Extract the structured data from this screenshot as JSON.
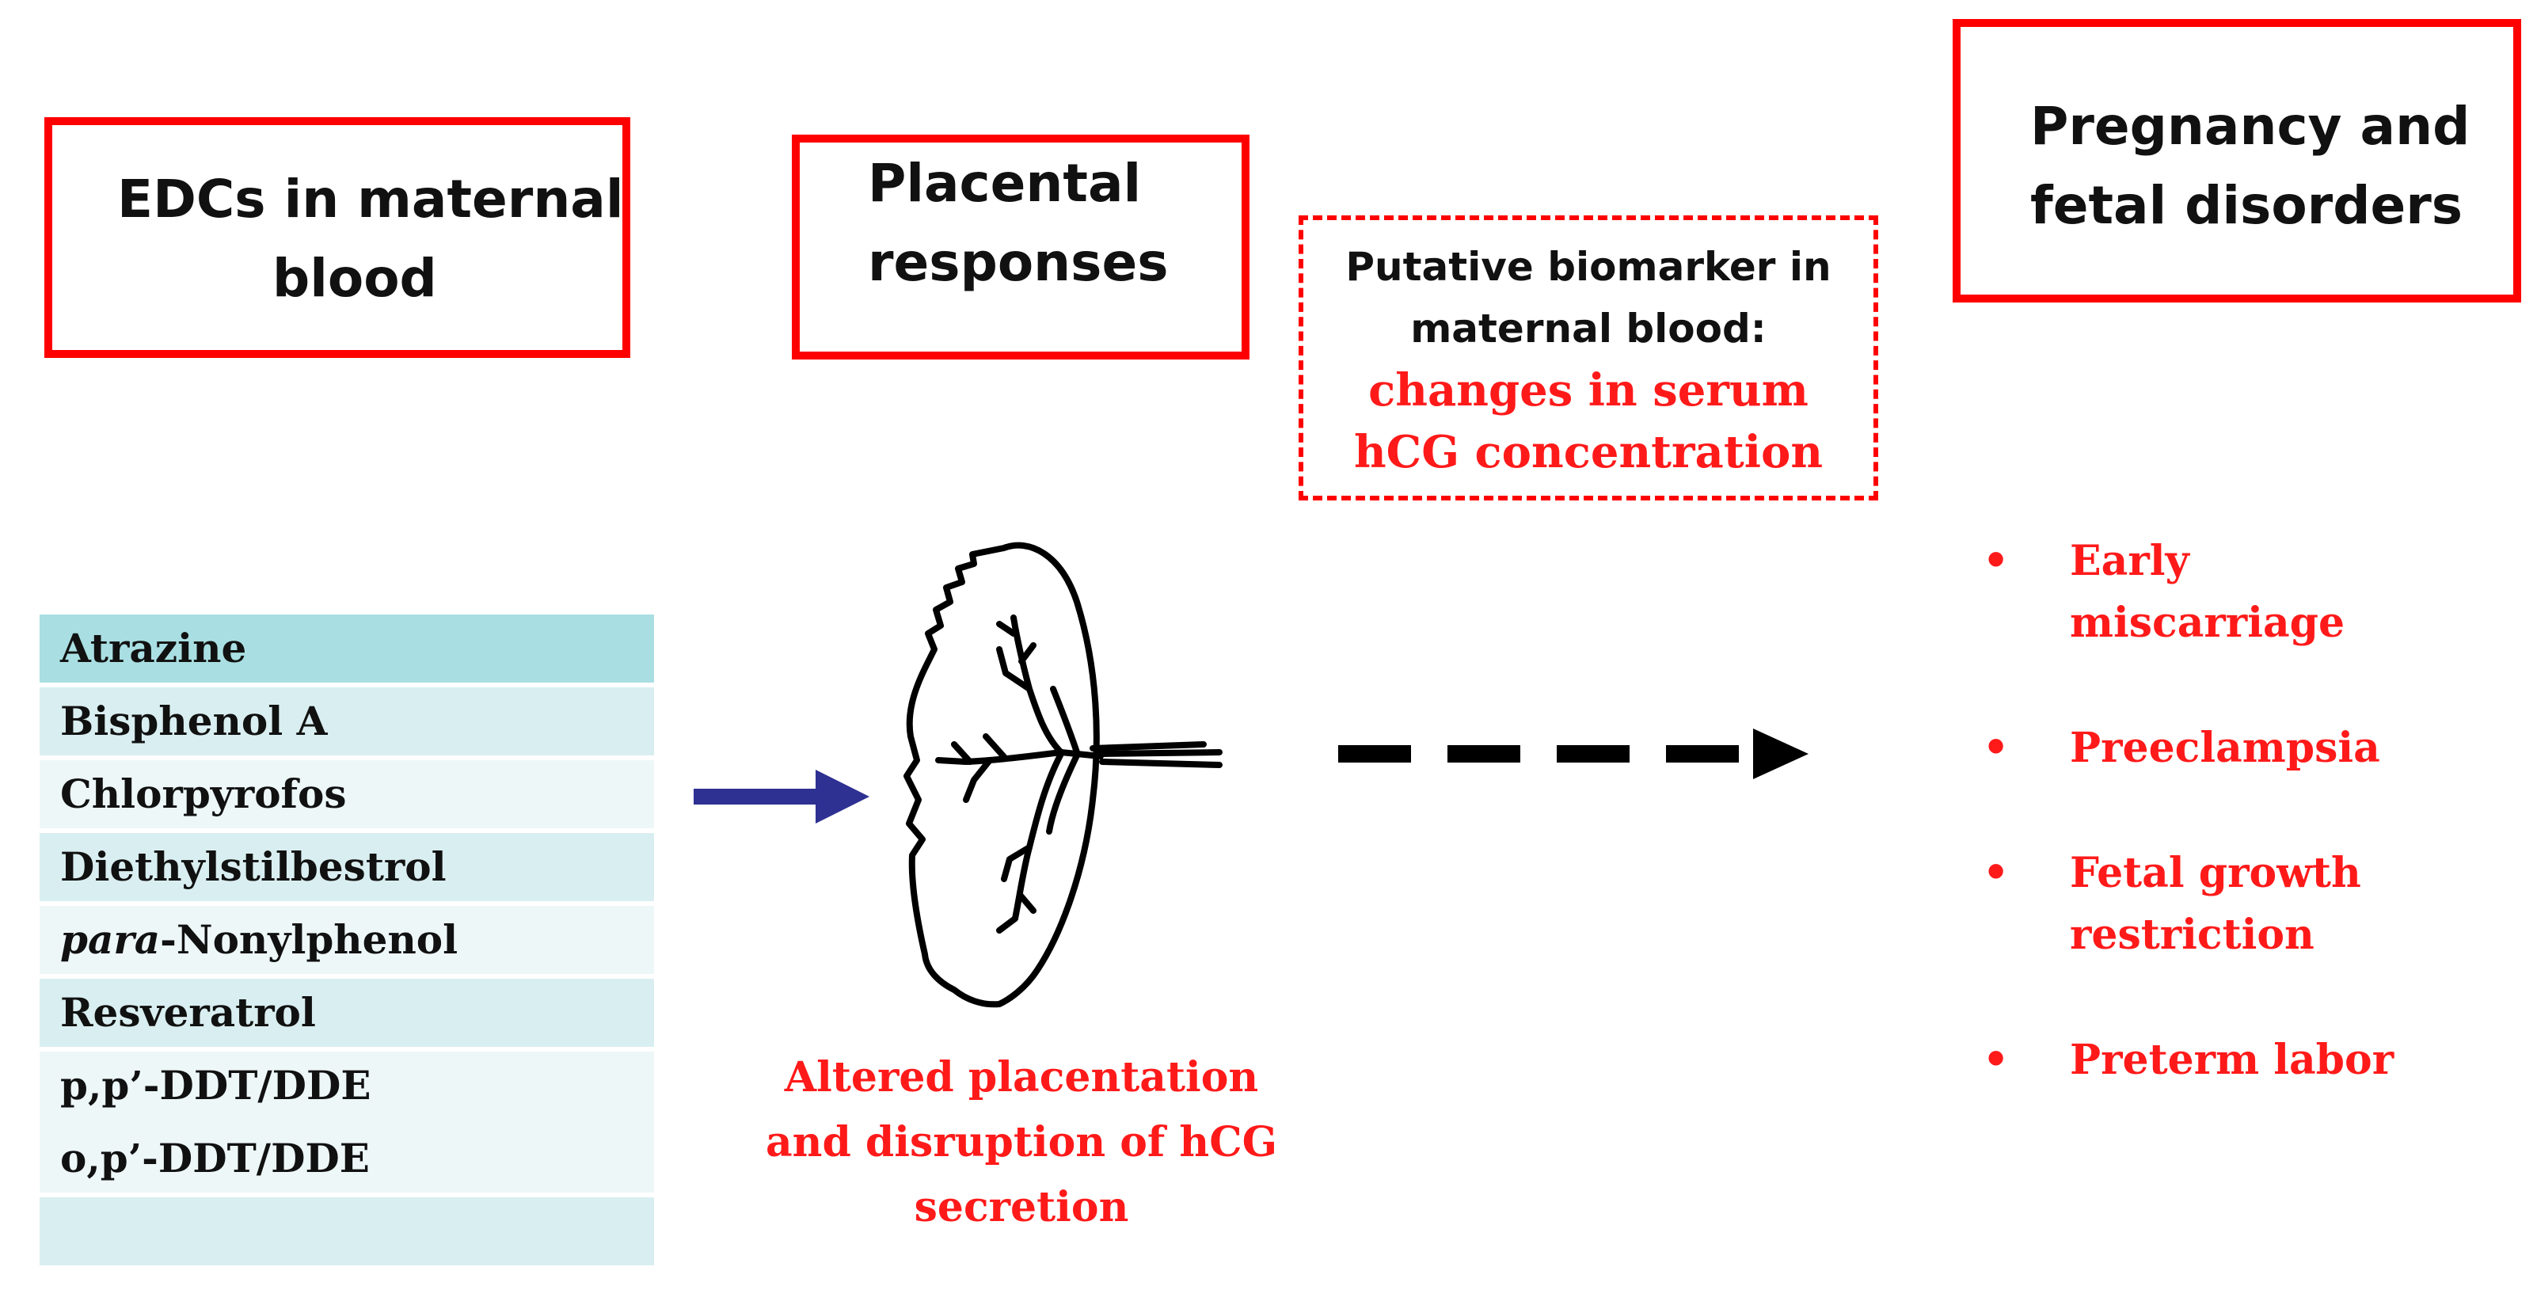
{
  "edc_box": {
    "line1": "EDCs in maternal",
    "line2": "blood"
  },
  "placental_box": {
    "line1": "Placental",
    "line2": "responses"
  },
  "pregnancy_box": {
    "line1": "Pregnancy and",
    "line2": "fetal disorders"
  },
  "biomarker_box": {
    "line1": "Putative biomarker in",
    "line2": "maternal blood:",
    "line3": "changes in serum",
    "line4": "hCG concentration"
  },
  "edc_table": {
    "header": "Atrazine",
    "rows": [
      {
        "label": "Bisphenol A"
      },
      {
        "label": "Chlorpyrofos"
      },
      {
        "label": "Diethylstilbestrol"
      },
      {
        "italic_prefix": "para",
        "label": "-Nonylphenol"
      },
      {
        "label": "Resveratrol"
      },
      {
        "label": "p,p’-DDT/DDE"
      },
      {
        "label": "o,p’-DDT/DDE"
      },
      {
        "label": ""
      }
    ]
  },
  "placental_effect": {
    "line1": "Altered placentation",
    "line2": "and disruption of hCG",
    "line3": "secretion"
  },
  "disorders": {
    "bullet": "•",
    "items": [
      {
        "line1": "Early",
        "line2": "miscarriage"
      },
      {
        "line1": "Preeclampsia",
        "line2": ""
      },
      {
        "line1": "Fetal growth",
        "line2": "restriction"
      },
      {
        "line1": "Preterm labor",
        "line2": ""
      }
    ]
  },
  "colors": {
    "box_border": "#ff0000",
    "effect_text": "#ff1a1a",
    "input_arrow": "#2e3192",
    "dashed_arrow": "#000000"
  },
  "icons": [
    "placenta-icon",
    "input-arrow-icon",
    "dashed-arrow-icon"
  ]
}
